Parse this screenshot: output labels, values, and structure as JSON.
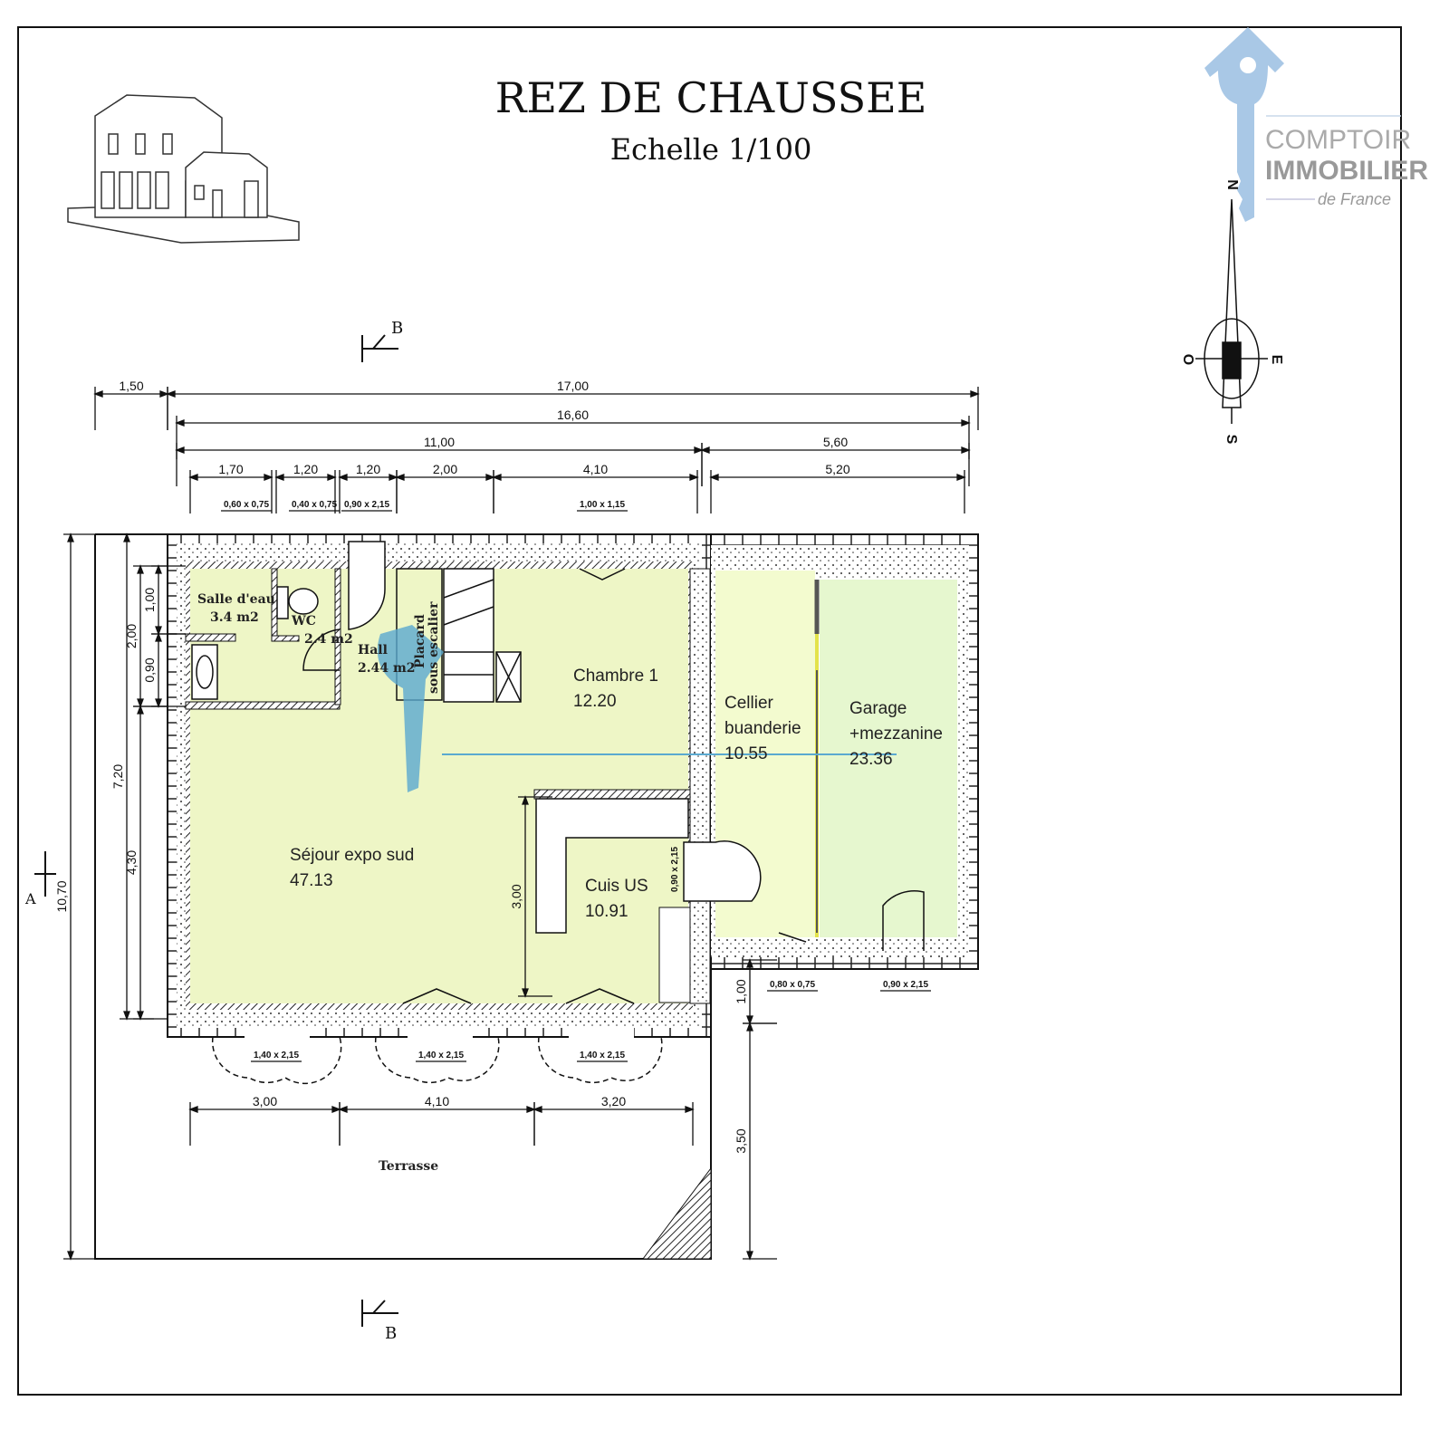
{
  "title": "REZ DE CHAUSSEE",
  "scale": "Echelle 1/100",
  "logo": {
    "line1": "COMPTOIR",
    "line2": "IMMOBILIER",
    "line3": "de France",
    "color": "#a9c8e6"
  },
  "compass": {
    "n": "N",
    "s": "S",
    "e": "E",
    "o": "O"
  },
  "sections": {
    "b_top": "B",
    "b_bottom": "B",
    "a_left": "A"
  },
  "rooms": [
    {
      "name": "Salle d'eau",
      "area": "3.4 m2"
    },
    {
      "name": "WC",
      "area": "2.4 m2"
    },
    {
      "name": "Hall",
      "area": "2.44 m2"
    },
    {
      "name": "Placard",
      "area": "sous escalier"
    },
    {
      "name": "Chambre 1",
      "area": "12.20"
    },
    {
      "name": "Séjour expo sud",
      "area": "47.13"
    },
    {
      "name": "Cuis US",
      "area": "10.91"
    },
    {
      "name": "Cellier",
      "area": "buanderie",
      "extra": "10.55"
    },
    {
      "name": "Garage",
      "area": "+mezzanine",
      "extra": "23.36"
    },
    {
      "name": "Terrasse",
      "area": ""
    }
  ],
  "dimensions": [
    "1,50",
    "17,00",
    "16,60",
    "11,00",
    "5,60",
    "1,70",
    "1,20",
    "1,20",
    "2,00",
    "4,10",
    "5,20",
    "10,70",
    "7,20",
    "4,30",
    "2,00",
    "1,00",
    "0,90",
    "3,00",
    "4,10",
    "3,20",
    "1,00",
    "3,50",
    "3,00"
  ],
  "openings": [
    "0,60 x 0,75",
    "0,40 x 0,75",
    "0,90 x 2,15",
    "1,00 x 1,15",
    "1,40 x 2,15",
    "1,40 x 2,15",
    "1,40 x 2,15",
    "0,80 x 0,75",
    "0,90 x 2,15",
    "0,90 x 2,15"
  ],
  "colors": {
    "room_fill": "#eef6c6",
    "garage_fill": "#e6f7cf",
    "wall": "#111111"
  }
}
